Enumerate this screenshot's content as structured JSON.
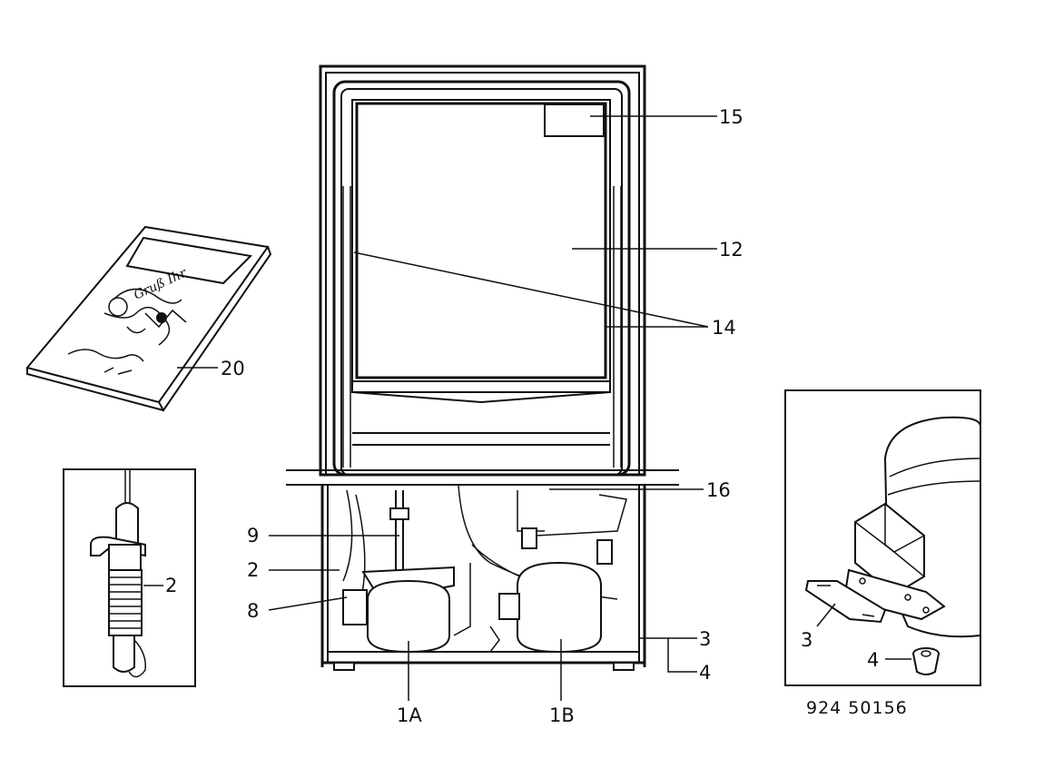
{
  "labels": {
    "l15": "15",
    "l12": "12",
    "l14": "14",
    "l20": "20",
    "l16": "16",
    "l9": "9",
    "l2": "2",
    "l8": "8",
    "l3": "3",
    "l4": "4",
    "l1a": "1A",
    "l1b": "1B",
    "l2_inset": "2",
    "l3_inset": "3",
    "l4_inset": "4"
  },
  "drawing_code": "924 50156",
  "handwriting_manual": "Gruß Ihr"
}
